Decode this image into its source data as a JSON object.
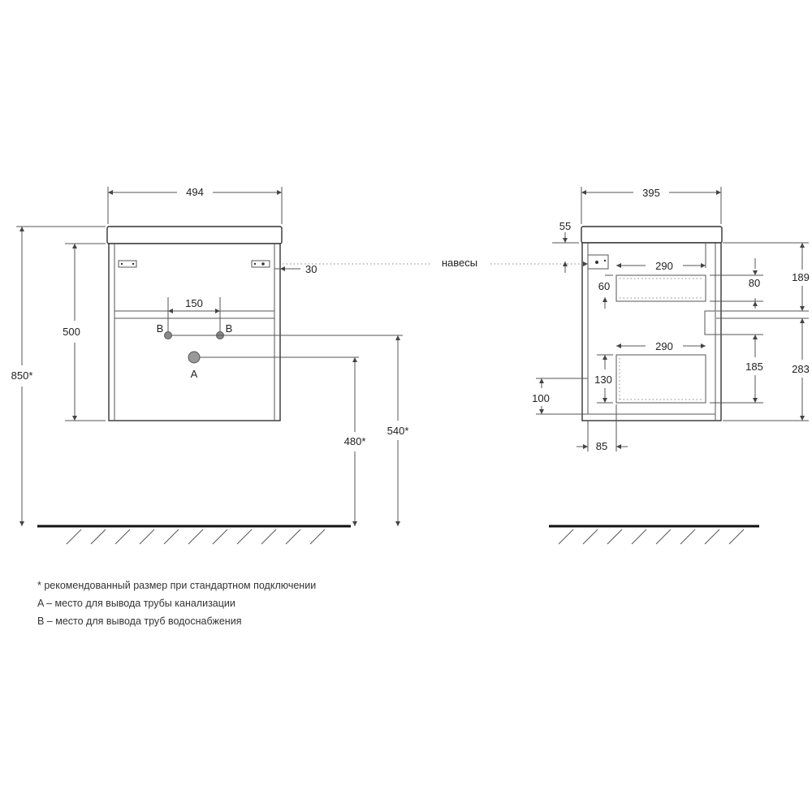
{
  "front_view": {
    "width": "494",
    "height_body": "500",
    "total_height": "850*",
    "hinge_offset": "30",
    "supply_spacing": "150",
    "supply_label_left": "B",
    "supply_label_right": "B",
    "drain_label": "A",
    "drain_height": "480*",
    "supply_height": "540*"
  },
  "side_view": {
    "depth": "395",
    "top_thickness": "55",
    "hinges_label": "навесы",
    "drawer_top_depth": "290",
    "drawer_top_offset": "60",
    "drawer_top_height": "80",
    "drawer_top_zone": "189",
    "drawer_bottom_depth": "290",
    "drawer_bottom_height": "130",
    "drawer_bottom_inner": "185",
    "drawer_bottom_zone": "283",
    "bottom_clearance": "100",
    "back_offset": "85"
  },
  "notes": [
    "* рекомендованный размер при стандартном подключении",
    "A – место для вывода трубы канализации",
    "B – место для вывода труб водоснабжения"
  ]
}
